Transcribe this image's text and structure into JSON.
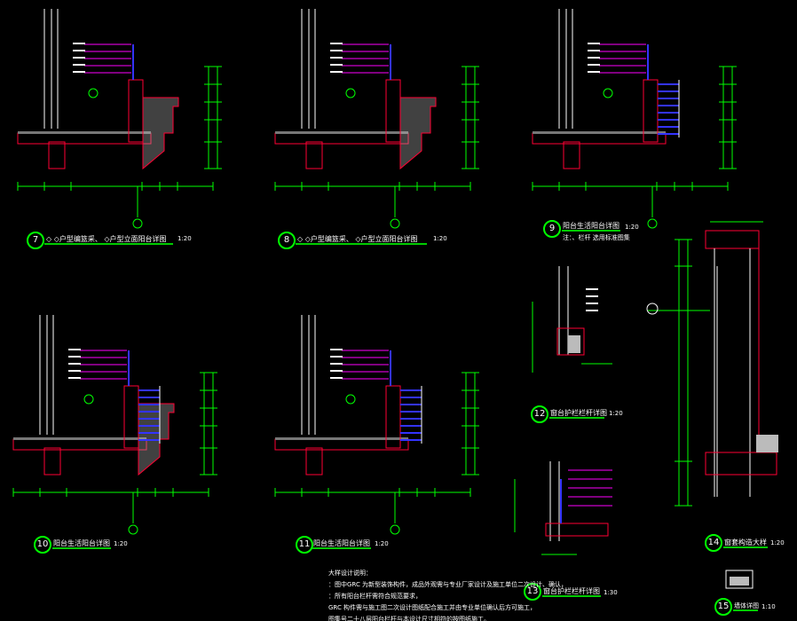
{
  "colors": {
    "background": "#000000",
    "dimension": "#00ff00",
    "structure": "#ff0033",
    "wall": "#ffffff",
    "leader": "#ff00ff",
    "rail": "#3333ff",
    "hatch": "#bbbbbb"
  },
  "details": [
    {
      "num": "7",
      "title": "◇ ◇户型编篮采、 ◇户型立面阳台详图",
      "scale": "1:20"
    },
    {
      "num": "8",
      "title": "◇ ◇户型编篮采、 ◇户型立面阳台详图",
      "scale": "1:20"
    },
    {
      "num": "9",
      "title": "阳台生活阳台详图",
      "scale": "1:20",
      "note": "注：、栏杆 选用标准图集"
    },
    {
      "num": "10",
      "title": "阳台生活阳台详图",
      "scale": "1:20"
    },
    {
      "num": "11",
      "title": "阳台生活阳台详图",
      "scale": "1:20"
    },
    {
      "num": "12",
      "title": "窗台护栏栏杆详图",
      "scale": "1:20"
    },
    {
      "num": "13",
      "title": "窗台护栏栏杆详图",
      "scale": "1:30"
    },
    {
      "num": "14",
      "title": "窗套构造大样",
      "scale": "1:20"
    },
    {
      "num": "15",
      "title": "墙体详图",
      "scale": "1:10"
    }
  ],
  "notes": {
    "heading": "大样设计说明：",
    "lines": [
      "：图中GRC 为新型装饰构件，成品外观需与专业厂家设计及施工单位二次设计、确认，",
      "：所有阳台栏杆需符合规范要求，",
      "GRC 构件需与施工图二次设计图纸配合施工并由专业单位确认后方可施工，",
      "图集号二十八层阳台栏杆与本设计尺寸相符的按图纸施工。"
    ]
  }
}
